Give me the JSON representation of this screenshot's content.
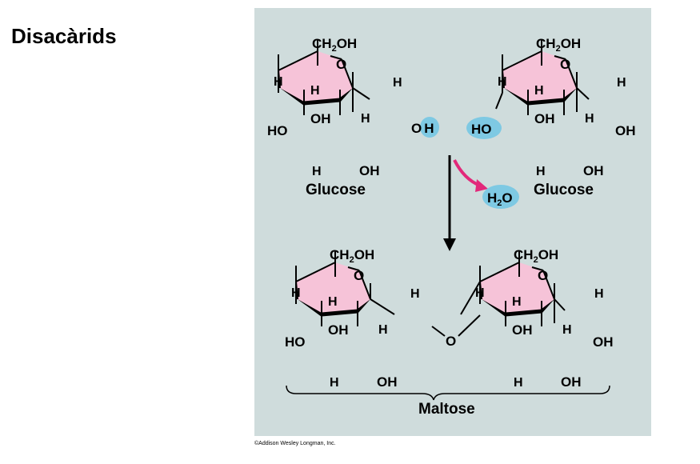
{
  "page": {
    "title": "Disacàrids",
    "credit": "©Addison Wesley Longman, Inc."
  },
  "labels": {
    "ch2oh_main": "CH",
    "ch2oh_sub": "2",
    "ch2oh_tail": "OH",
    "o": "O",
    "h": "H",
    "oh": "OH",
    "ho": "HO",
    "water_main": "H",
    "water_sub": "2",
    "water_tail": "O",
    "glucose": "Glucose",
    "maltose": "Maltose"
  },
  "colors": {
    "ring_fill": "#f6c3d8",
    "background": "#cfdcdc",
    "highlight": "#7ec9e3",
    "arrow_pink": "#e2287a"
  }
}
